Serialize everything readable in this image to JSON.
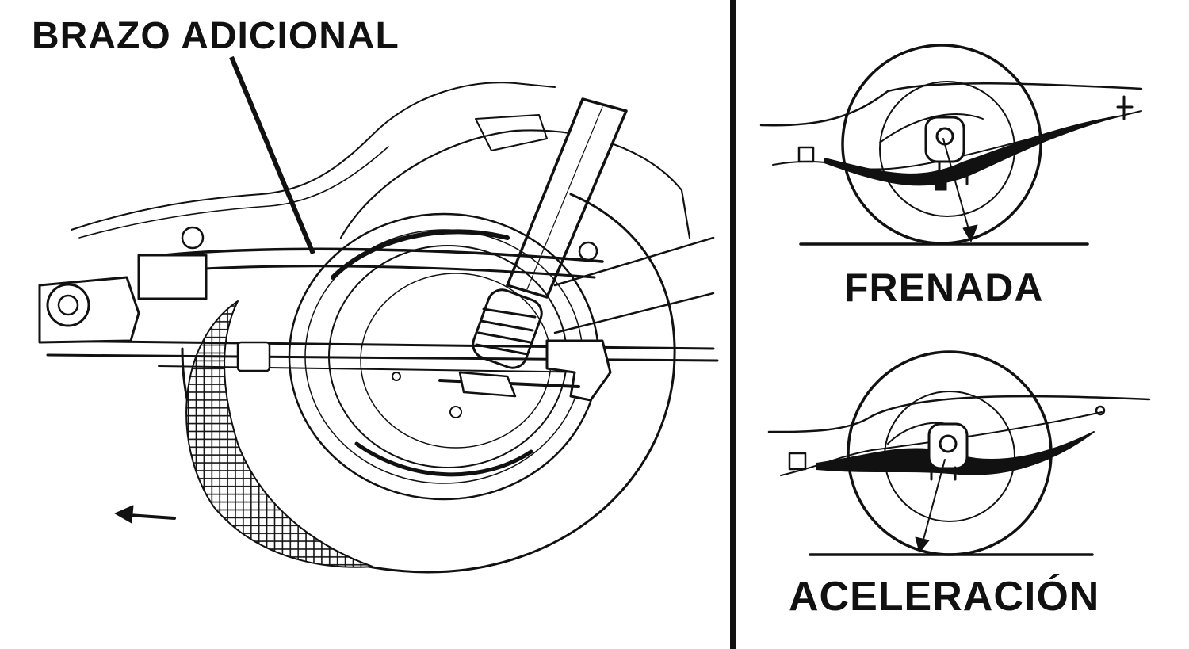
{
  "labels": {
    "main": "BRAZO ADICIONAL",
    "braking": "FRENADA",
    "acceleration": "ACELERACIÓN"
  },
  "colors": {
    "ink": "#111111",
    "paper": "#ffffff",
    "tread_fill": "#d9d9d9"
  },
  "icons": {
    "direction": "arrow-left-icon"
  }
}
